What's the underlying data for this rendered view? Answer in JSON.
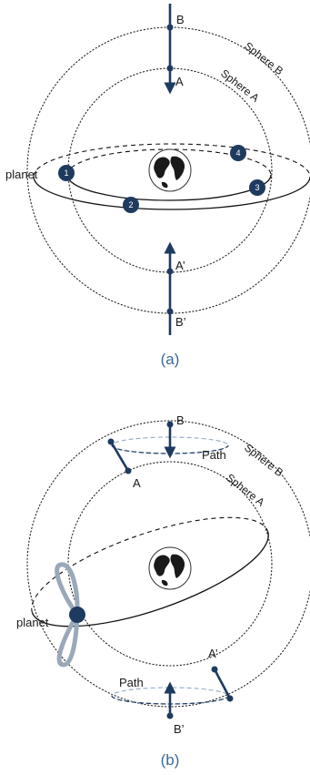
{
  "panel_a": {
    "caption": "(a)",
    "label_b": "B",
    "label_a": "A",
    "label_a_prime": "A’",
    "label_b_prime": "B’",
    "sphere_b_label": "Sphere B",
    "sphere_a_label": "Sphere A",
    "planet_label": "planet",
    "positions": [
      "1",
      "2",
      "3",
      "4"
    ]
  },
  "panel_b": {
    "caption": "(b)",
    "label_b": "B",
    "label_a": "A",
    "label_a_prime": "A’",
    "label_b_prime": "B’",
    "path_top_label": "Path",
    "path_bottom_label": "Path",
    "sphere_b_label": "Sphere B",
    "sphere_a_label": "Sphere A",
    "planet_label": "planet"
  },
  "colors": {
    "axis": "#1f3a5f",
    "caption": "#3a6a9a",
    "hippopede": "#9aa9ba"
  },
  "icons": [
    "earth-icon",
    "arrow-down-icon",
    "arrow-up-icon"
  ]
}
